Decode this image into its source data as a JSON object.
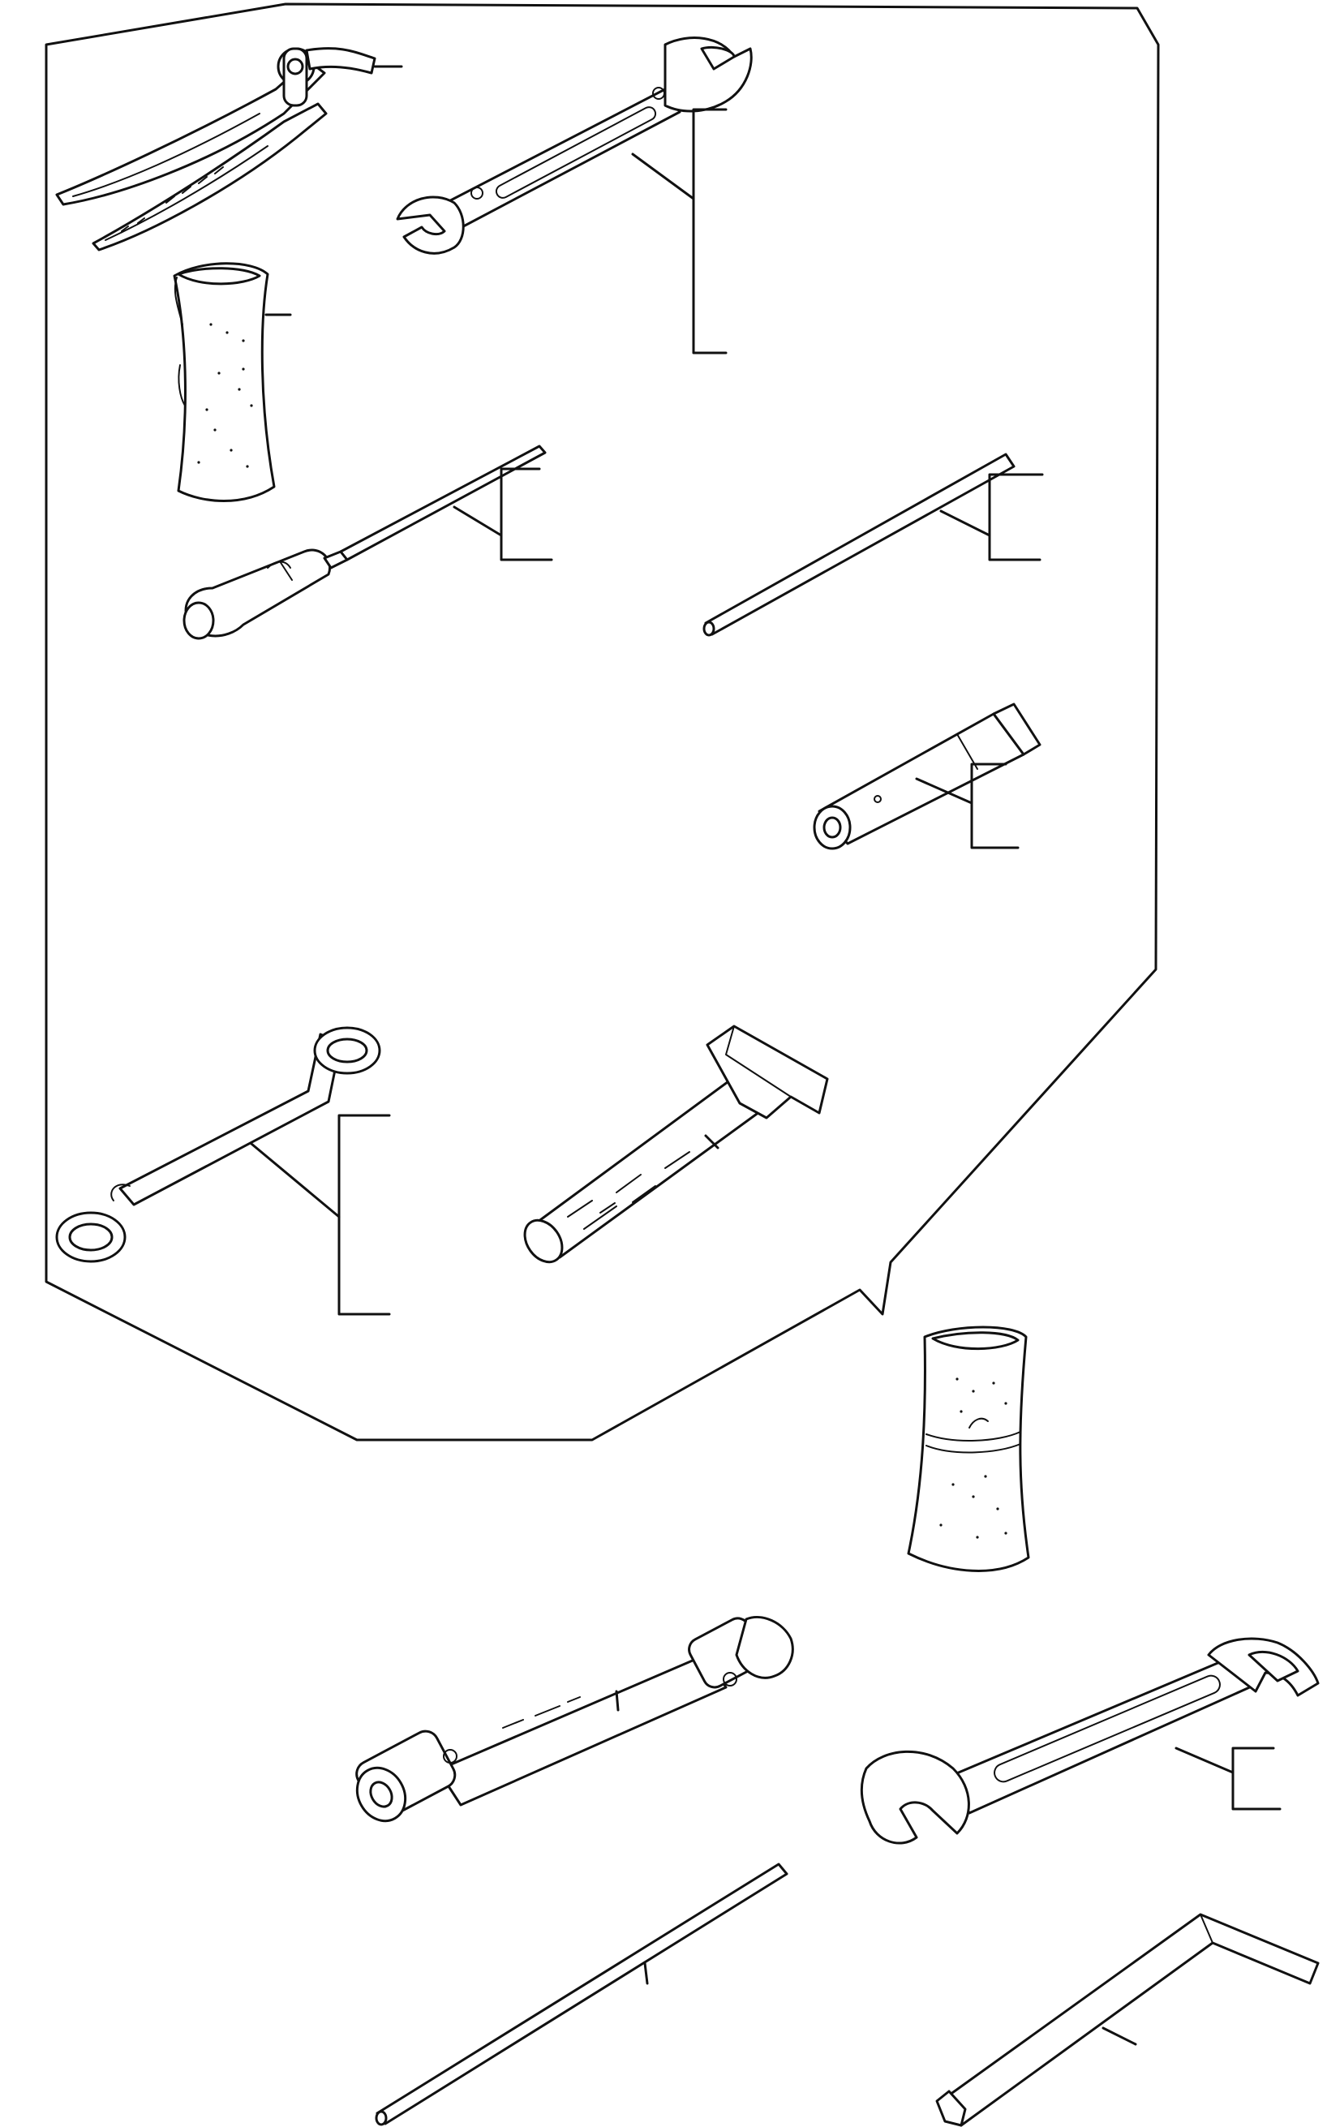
{
  "diagram": {
    "kind": "exploded tool kit parts illustration",
    "text_labels": []
  },
  "tools": [
    {
      "id": "pliers",
      "icon": "pliers-icon"
    },
    {
      "id": "open-wrench-small",
      "icon": "open-end-wrench-icon"
    },
    {
      "id": "tool-roll-upper",
      "icon": "tool-bag-icon"
    },
    {
      "id": "screwdriver",
      "icon": "screwdriver-icon"
    },
    {
      "id": "rod-upper",
      "icon": "rod-icon"
    },
    {
      "id": "socket-extension",
      "icon": "socket-extension-icon"
    },
    {
      "id": "ring-wrench",
      "icon": "ring-wrench-icon"
    },
    {
      "id": "hammer",
      "icon": "hammer-icon"
    },
    {
      "id": "tool-roll-lower",
      "icon": "tool-bag-icon"
    },
    {
      "id": "box-spanner",
      "icon": "box-spanner-icon"
    },
    {
      "id": "open-wrench-large",
      "icon": "open-end-wrench-icon"
    },
    {
      "id": "rod-lower",
      "icon": "rod-icon"
    },
    {
      "id": "hex-key",
      "icon": "hex-key-icon"
    }
  ]
}
